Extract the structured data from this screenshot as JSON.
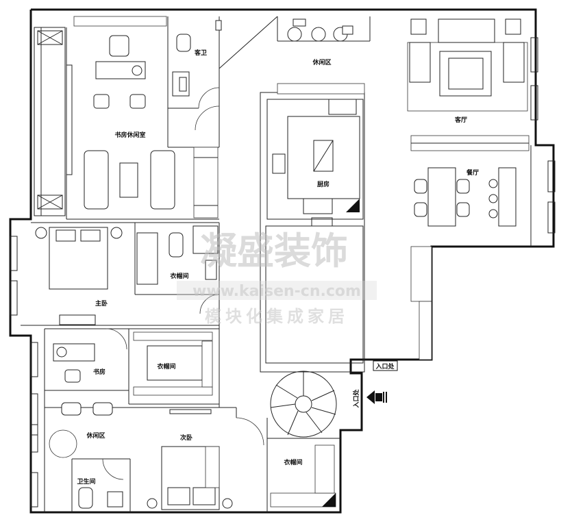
{
  "rooms": {
    "study_leisure": "书房休闲室",
    "guest_bath": "客卫",
    "leisure_top": "休闲区",
    "living_room": "客厅",
    "kitchen": "厨房",
    "dining_room": "餐厅",
    "master_closet": "衣帽间",
    "master_bedroom": "主卧",
    "study": "书房",
    "closet_mid": "衣帽间",
    "leisure_bottom": "休闲区",
    "second_bedroom": "次卧",
    "bathroom": "卫生间",
    "closet_bottom": "衣帽间",
    "entrance_right": "入口处",
    "entrance_vertical": "入口处"
  },
  "watermark": {
    "brand": "凝盛装饰",
    "url": "www.kaisen-cn.com",
    "slogan": "模块化集成家居",
    "color": "#bdbdbd"
  },
  "colors": {
    "wall": "#111111",
    "background": "#ffffff"
  }
}
